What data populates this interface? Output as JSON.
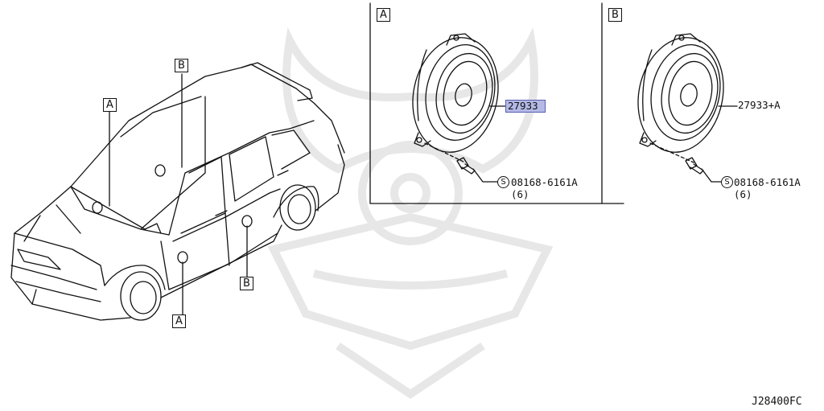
{
  "diagram_code": "J28400FC",
  "callouts": {
    "car_A_top": "A",
    "car_B_top": "B",
    "car_A_bottom": "A",
    "car_B_bottom": "B"
  },
  "panel_a": {
    "label": "A",
    "part_number": "27933",
    "bolt_code": "08168-6161A",
    "bolt_symbol": "S",
    "bolt_qty": "(6)"
  },
  "panel_b": {
    "label": "B",
    "part_number": "27933+A",
    "bolt_code": "08168-6161A",
    "bolt_symbol": "S",
    "bolt_qty": "(6)"
  },
  "colors": {
    "line": "#111111",
    "highlight": "#b4b9e6"
  }
}
